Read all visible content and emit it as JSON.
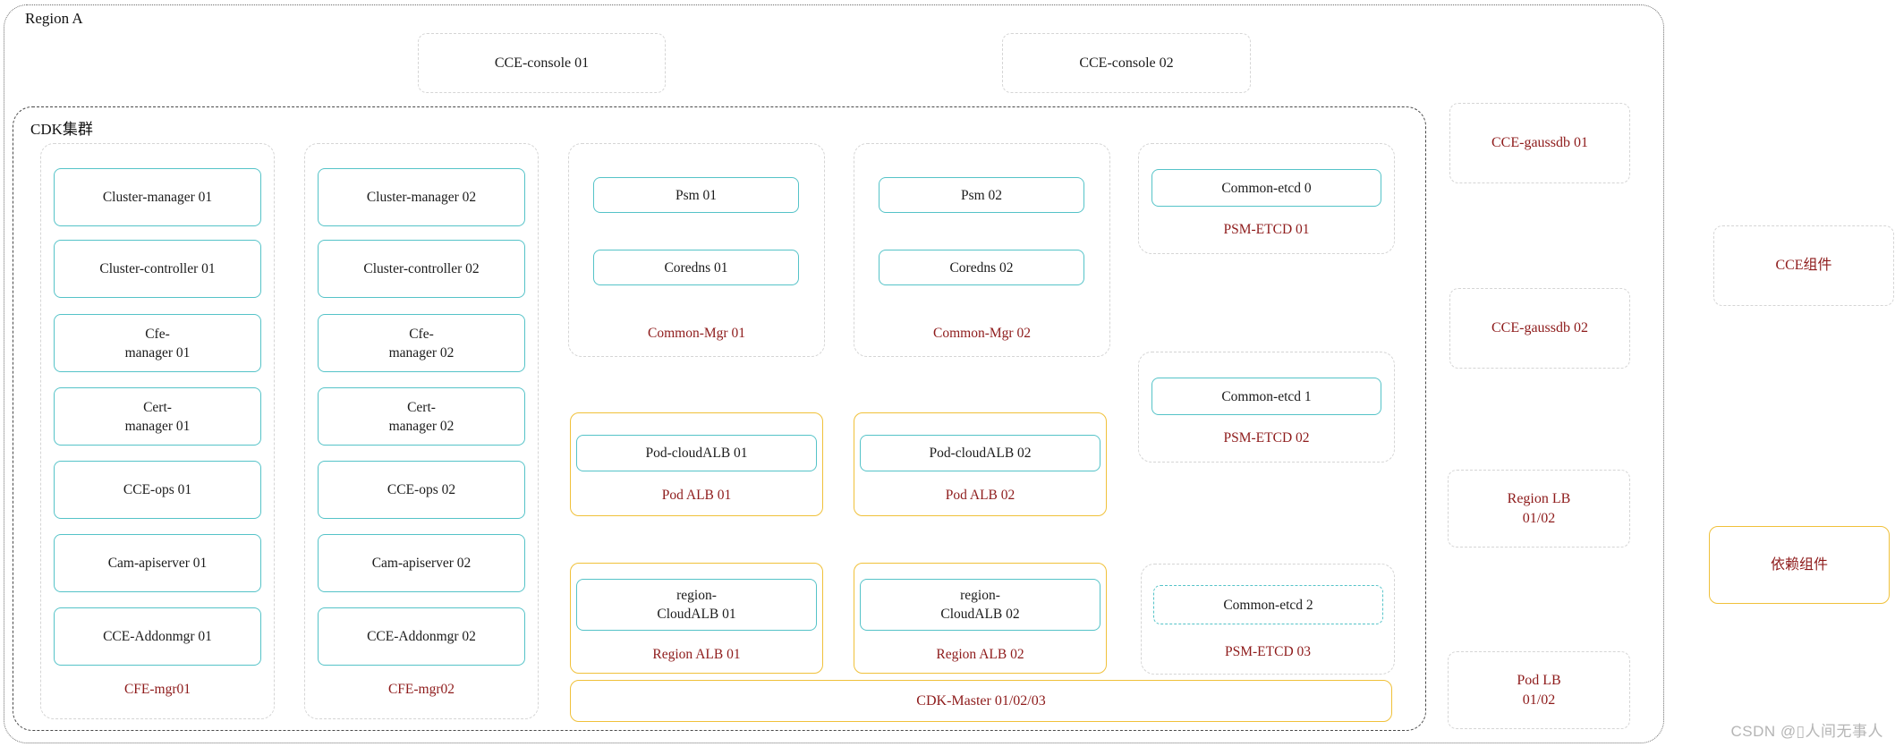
{
  "region": {
    "label": "Region A"
  },
  "consoles": [
    {
      "label": "CCE-console 01"
    },
    {
      "label": "CCE-console 02"
    }
  ],
  "cdk_cluster": {
    "label": "CDK集群",
    "cfe_groups": [
      {
        "label": "CFE-mgr01",
        "items": [
          {
            "l1": "Cluster-manager 01"
          },
          {
            "l1": "Cluster-controller 01"
          },
          {
            "l1": "Cfe-",
            "l2": "manager 01"
          },
          {
            "l1": "Cert-",
            "l2": "manager 01"
          },
          {
            "l1": "CCE-ops 01"
          },
          {
            "l1": "Cam-apiserver 01"
          },
          {
            "l1": "CCE-Addonmgr 01"
          }
        ]
      },
      {
        "label": "CFE-mgr02",
        "items": [
          {
            "l1": "Cluster-manager 02"
          },
          {
            "l1": "Cluster-controller 02"
          },
          {
            "l1": "Cfe-",
            "l2": "manager 02"
          },
          {
            "l1": "Cert-",
            "l2": "manager 02"
          },
          {
            "l1": "CCE-ops 02"
          },
          {
            "l1": "Cam-apiserver 02"
          },
          {
            "l1": "CCE-Addonmgr 02"
          }
        ]
      }
    ],
    "common_mgr_groups": [
      {
        "label": "Common-Mgr 01",
        "items": [
          {
            "l1": "Psm 01"
          },
          {
            "l1": "Coredns 01"
          }
        ]
      },
      {
        "label": "Common-Mgr 02",
        "items": [
          {
            "l1": "Psm 02"
          },
          {
            "l1": "Coredns 02"
          }
        ]
      }
    ],
    "psm_etcd_groups": [
      {
        "label": "PSM-ETCD 01",
        "item": "Common-etcd 0"
      },
      {
        "label": "PSM-ETCD 02",
        "item": "Common-etcd 1"
      },
      {
        "label": "PSM-ETCD 03",
        "item": "Common-etcd 2"
      }
    ],
    "pod_alb_groups": [
      {
        "label": "Pod ALB 01",
        "item": {
          "l1": "Pod-cloudALB 01"
        }
      },
      {
        "label": "Pod ALB 02",
        "item": {
          "l1": "Pod-cloudALB 02"
        }
      }
    ],
    "region_alb_groups": [
      {
        "label": "Region ALB 01",
        "item": {
          "l1": "region-",
          "l2": "CloudALB 01"
        }
      },
      {
        "label": "Region ALB 02",
        "item": {
          "l1": "region-",
          "l2": "CloudALB 02"
        }
      }
    ],
    "cdk_master": {
      "label": "CDK-Master 01/02/03"
    }
  },
  "side_nodes": [
    {
      "l1": "CCE-gaussdb 01"
    },
    {
      "l1": "CCE-gaussdb 02"
    },
    {
      "l1": "Region LB",
      "l2": "01/02"
    },
    {
      "l1": "Pod LB",
      "l2": "01/02"
    }
  ],
  "legend": {
    "cce_component": {
      "label": "CCE组件"
    },
    "dependency_component": {
      "label": "依赖组件"
    }
  },
  "watermark": "CSDN @▯人间无事人",
  "colors": {
    "teal": "#55c3c8",
    "yellow": "#f0c13a",
    "dark_red": "#8e1b1b",
    "gray_border": "#d5d5d5"
  }
}
